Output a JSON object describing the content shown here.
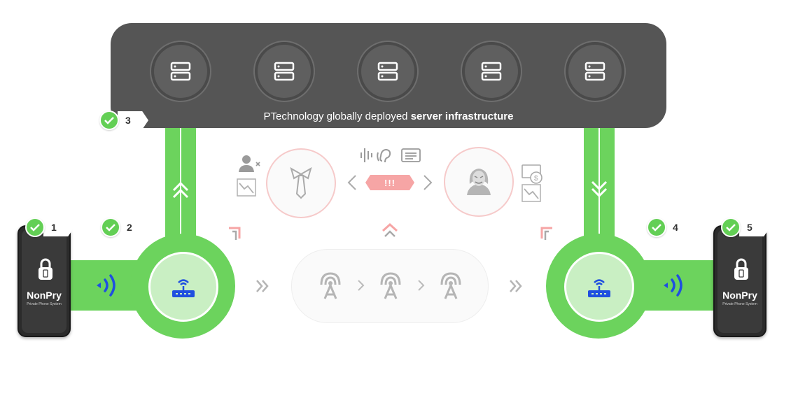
{
  "server_bar": {
    "caption_prefix": "PTechnology globally deployed ",
    "caption_bold": "server infrastructure",
    "server_count": 5,
    "server_icon": "server-icon"
  },
  "steps": [
    {
      "number": "1",
      "icon": "check-icon"
    },
    {
      "number": "2",
      "icon": "check-icon"
    },
    {
      "number": "3",
      "icon": "check-icon"
    },
    {
      "number": "4",
      "icon": "check-icon"
    },
    {
      "number": "5",
      "icon": "check-icon"
    }
  ],
  "phones": [
    {
      "brand": "NonPry",
      "tagline": "Private Phone System"
    },
    {
      "brand": "NonPry",
      "tagline": "Private Phone System"
    }
  ],
  "alert": {
    "label": "!!!"
  },
  "colors": {
    "green": "#6cd35d",
    "green_light": "#c9efc3",
    "dark_bar": "#555555",
    "router_blue": "#1f4fe0",
    "threat_pink": "#f6a5a5"
  }
}
